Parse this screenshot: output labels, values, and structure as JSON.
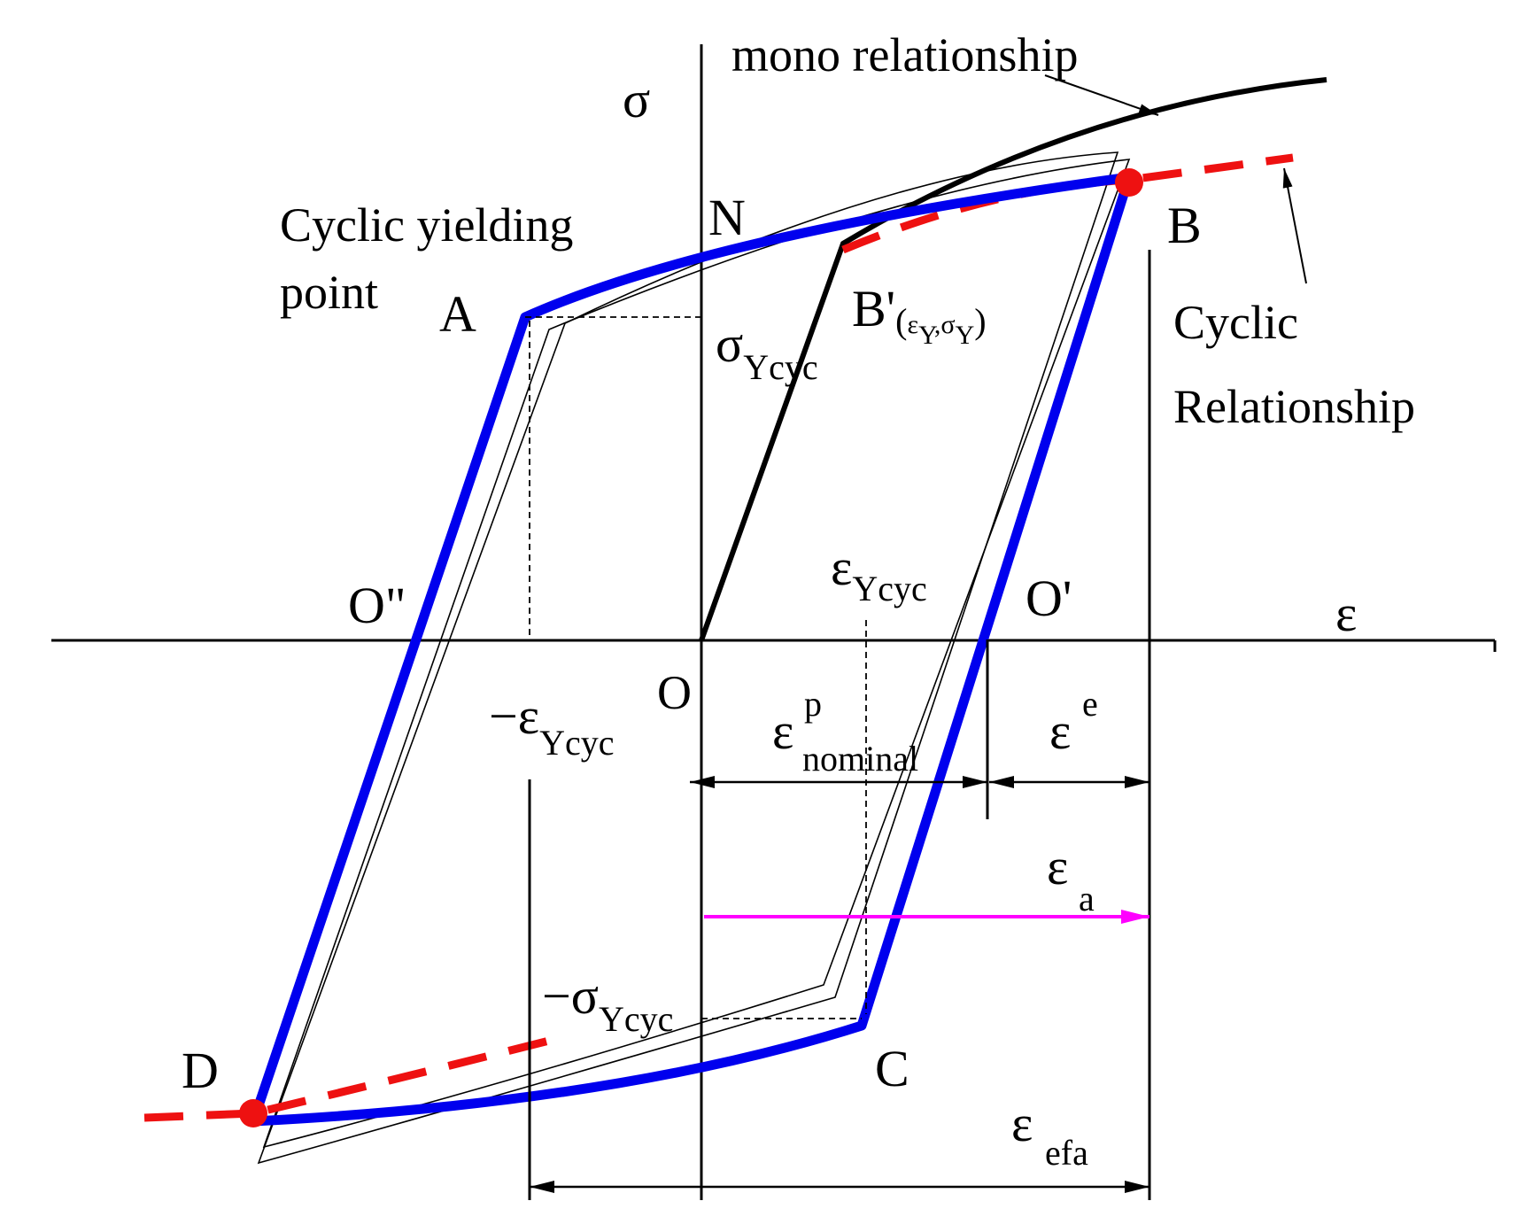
{
  "labels": {
    "sigma": "σ",
    "epsilon": "ε",
    "mono": "mono relationship",
    "cyclic_yield_1": "Cyclic yielding",
    "cyclic_yield_2": "point",
    "cyclic_rel_1": "Cyclic",
    "cyclic_rel_2": "Relationship",
    "A": "A",
    "B": "B",
    "C": "C",
    "D": "D",
    "N": "N",
    "O": "O",
    "O_prime": "O'",
    "O_dprime": "O\"",
    "B_prime": "B'",
    "paren_open": "(",
    "paren_close": ")",
    "comma": ",",
    "eps_small": "ε",
    "sig_small": "σ",
    "Y": "Y",
    "Ycyc": "Ycyc",
    "minus_eps": "−ε",
    "minus_sig": "−σ",
    "nominal": "nominal",
    "p": "p",
    "e": "e",
    "a": "a",
    "efa": "efa"
  },
  "colors": {
    "loop": "#0000ee",
    "cyclic": "#ee1111",
    "mono": "#000000",
    "strain_amplitude": "#ff00ff",
    "axis": "#000000"
  }
}
